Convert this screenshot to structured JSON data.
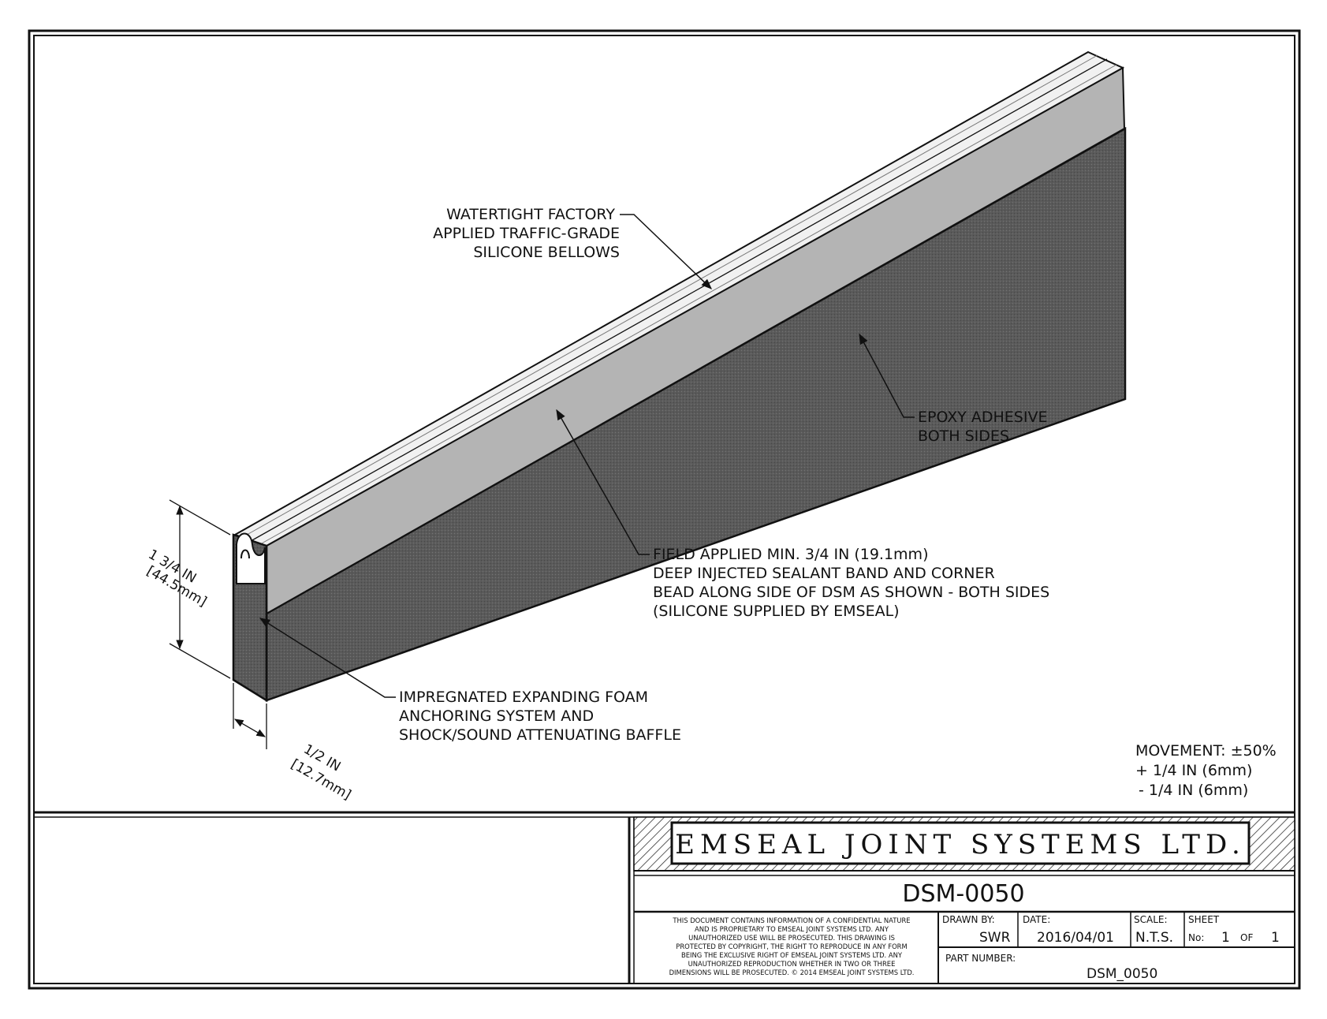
{
  "callouts": {
    "bellows": [
      "WATERTIGHT FACTORY",
      "APPLIED TRAFFIC-GRADE",
      "SILICONE BELLOWS"
    ],
    "epoxy": [
      "EPOXY ADHESIVE",
      "BOTH SIDES"
    ],
    "sealant": [
      "FIELD APPLIED MIN. 3/4 IN (19.1mm)",
      "DEEP INJECTED SEALANT BAND AND CORNER",
      "BEAD ALONG SIDE OF DSM AS SHOWN - BOTH SIDES",
      "(SILICONE SUPPLIED BY EMSEAL)"
    ],
    "foam": [
      "IMPREGNATED EXPANDING FOAM",
      "ANCHORING SYSTEM AND",
      "SHOCK/SOUND ATTENUATING BAFFLE"
    ]
  },
  "dimensions": {
    "height": [
      "1 3/4 IN",
      "[44.5mm]"
    ],
    "width": [
      "1/2 IN",
      "[12.7mm]"
    ]
  },
  "movement": [
    "MOVEMENT: ±50%",
    "+ 1/4 IN (6mm)",
    "- 1/4 IN (6mm)"
  ],
  "title_block": {
    "company": "EMSEAL JOINT SYSTEMS LTD.",
    "drawing_number": "DSM-0050",
    "confidential": [
      "THIS DOCUMENT CONTAINS INFORMATION OF A CONFIDENTIAL NATURE",
      "AND IS PROPRIETARY TO EMSEAL JOINT SYSTEMS LTD. ANY",
      "UNAUTHORIZED USE WILL BE PROSECUTED. THIS DRAWING IS",
      "PROTECTED BY COPYRIGHT, THE RIGHT TO REPRODUCE IN ANY FORM",
      "BEING THE EXCLUSIVE RIGHT OF EMSEAL JOINT SYSTEMS LTD. ANY",
      "UNAUTHORIZED REPRODUCTION WHETHER IN TWO OR THREE",
      "DIMENSIONS WILL BE PROSECUTED. © 2014 EMSEAL JOINT SYSTEMS LTD."
    ],
    "drawn_by_label": "DRAWN BY:",
    "drawn_by": "SWR",
    "date_label": "DATE:",
    "date": "2016/04/01",
    "scale_label": "SCALE:",
    "scale": "N.T.S.",
    "sheet_label": "SHEET",
    "sheet_no_label": "No:",
    "sheet_no": "1",
    "sheet_of_label": "OF",
    "sheet_total": "1",
    "part_number_label": "PART NUMBER:",
    "part_number": "DSM_0050"
  },
  "colors": {
    "foam": "#5a5a5a",
    "foam_side": "#3c3c3c",
    "sealant_band": "#b4b4b4",
    "bellows": "#efefef",
    "line": "#111111"
  }
}
